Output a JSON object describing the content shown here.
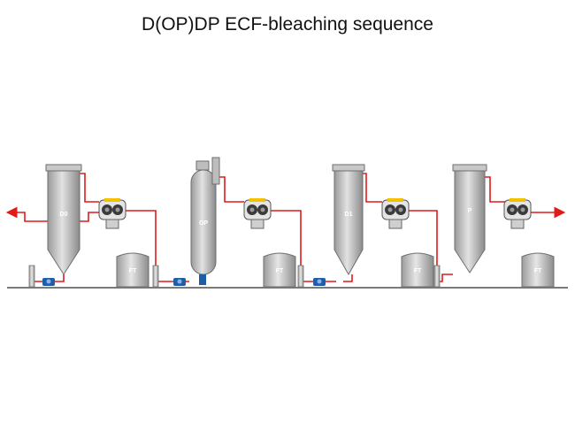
{
  "title": "D(OP)DP ECF-bleaching sequence",
  "stages": [
    {
      "label": "D0",
      "kind": "downflow-tower"
    },
    {
      "label": "OP",
      "kind": "pressurized-upflow-tower"
    },
    {
      "label": "D1",
      "kind": "downflow-tower"
    },
    {
      "label": "P",
      "kind": "downflow-tower"
    }
  ],
  "filtrate_tanks": [
    "FT",
    "FT",
    "FT",
    "FT"
  ],
  "colors": {
    "pipe": "#e11a1a",
    "vessel_light": "#dcdcdc",
    "vessel_dark": "#8f8f8f",
    "ground": "#7a7a7a",
    "washer_accent": "#f2c200",
    "pump": "#1e5ea8"
  }
}
